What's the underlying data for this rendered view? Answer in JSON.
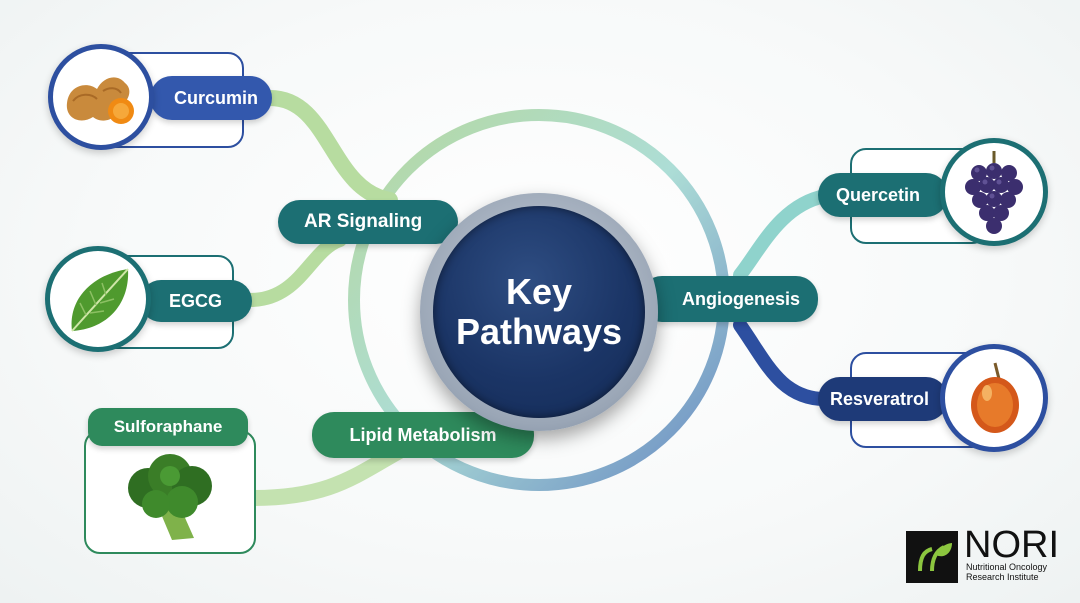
{
  "hub": {
    "line1": "Key",
    "line2": "Pathways"
  },
  "pathways": {
    "ar_signaling": "AR Signaling",
    "lipid_metabolism": "Lipid Metabolism",
    "angiogenesis": "Angiogenesis"
  },
  "compounds": {
    "curcumin": {
      "label": "Curcumin",
      "icon": "turmeric-root-icon"
    },
    "egcg": {
      "label": "EGCG",
      "icon": "green-tea-leaf-icon"
    },
    "sulforaphane": {
      "label": "Sulforaphane",
      "icon": "broccoli-icon"
    },
    "quercetin": {
      "label": "Quercetin",
      "icon": "grapes-icon"
    },
    "resveratrol": {
      "label": "Resveratrol",
      "icon": "red-grape-icon"
    }
  },
  "logo": {
    "name": "NORI",
    "subtitle_line1": "Nutritional Oncology",
    "subtitle_line2": "Research Institute"
  },
  "colors": {
    "navy": "#1b3566",
    "blue": "#2d4fa0",
    "teal": "#1c6f73",
    "green": "#2e8a5c",
    "light_green": "#a9d18e",
    "light_teal": "#8fd3cc"
  }
}
